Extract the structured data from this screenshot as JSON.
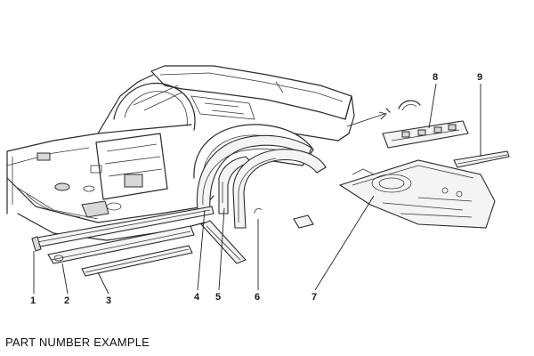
{
  "caption": "PART NUMBER EXAMPLE",
  "part_labels": [
    "1",
    "2",
    "3",
    "4",
    "5",
    "6",
    "7",
    "8",
    "9"
  ]
}
